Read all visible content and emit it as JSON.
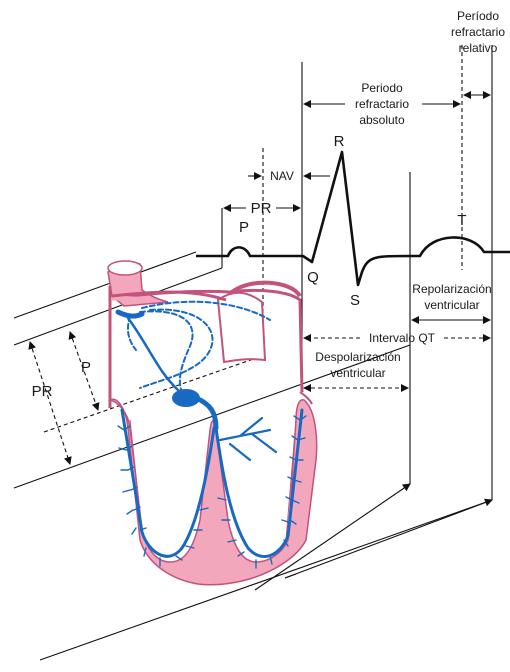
{
  "labels": {
    "relative_line1": "Período",
    "relative_line2": "refractario",
    "relative_line3": "relativo",
    "absolute_line1": "Periodo",
    "absolute_line2": "refractario",
    "absolute_line3": "absoluto",
    "nav": "NAV",
    "pr_top": "PR",
    "p_wave": "P",
    "r_wave": "R",
    "q_wave": "Q",
    "s_wave": "S",
    "t_wave": "T",
    "repol_line1": "Repolarización",
    "repol_line2": "ventricular",
    "qt": "Intervalo QT",
    "depol_line1": "Despolarización",
    "depol_line2": "ventricular",
    "pr_left": "PR",
    "p_left": "P"
  },
  "colors": {
    "heart_fill": "#f2a7bd",
    "heart_stroke": "#c2537c",
    "conduction": "#1769c4",
    "ink": "#111111"
  }
}
